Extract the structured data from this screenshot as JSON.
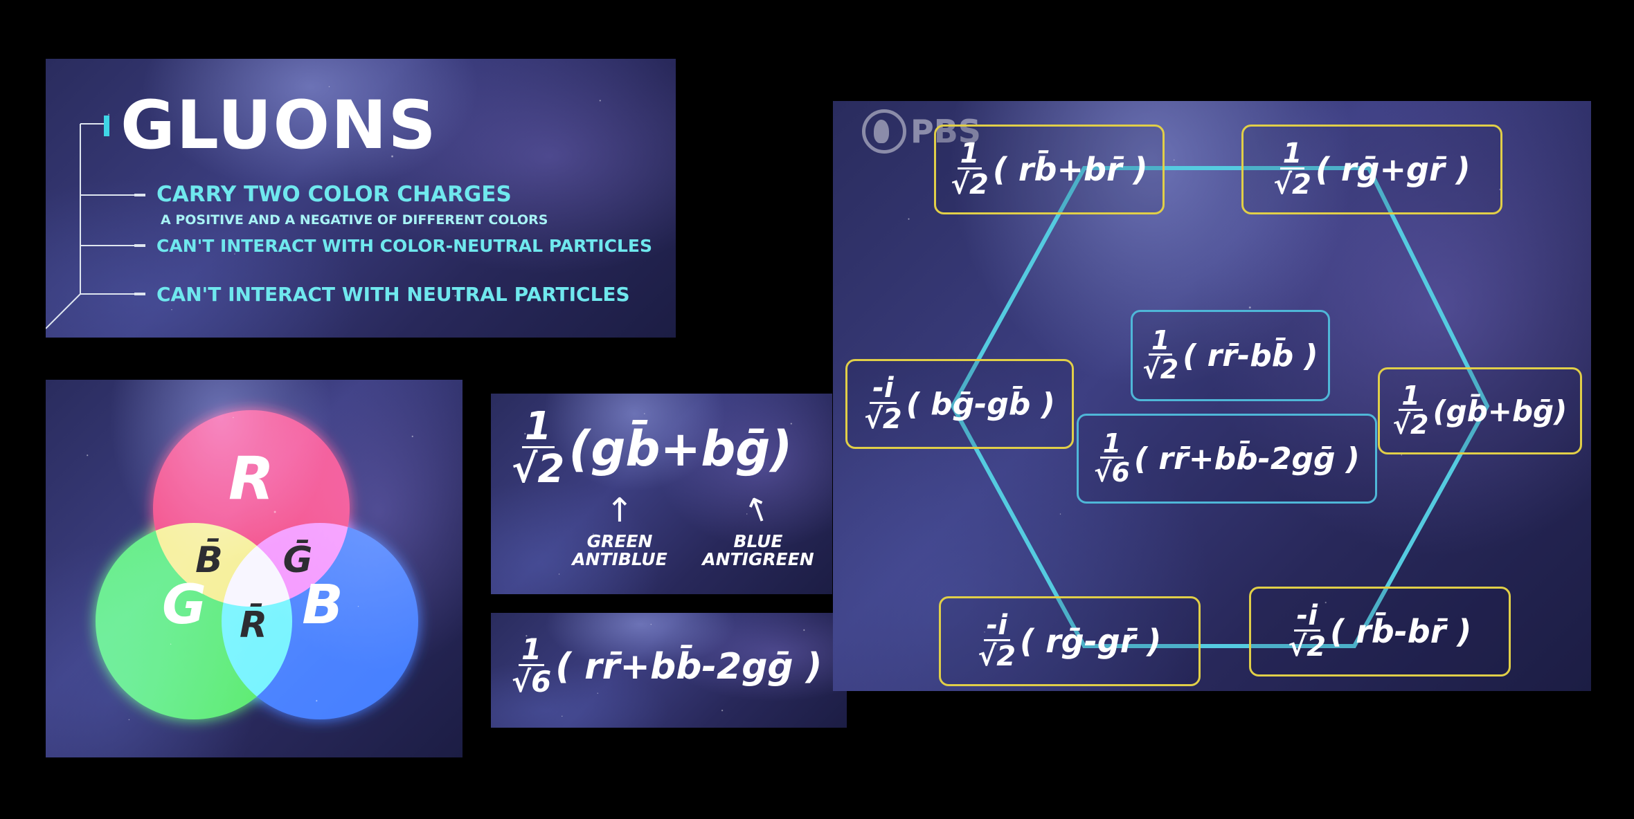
{
  "gluons": {
    "title": "GLUONS",
    "items": [
      "CARRY TWO COLOR CHARGES",
      "CAN'T INTERACT WITH COLOR-NEUTRAL PARTICLES",
      "CAN'T INTERACT WITH NEUTRAL PARTICLES"
    ],
    "item_sub": "A POSITIVE AND A NEGATIVE OF DIFFERENT COLORS"
  },
  "venn": {
    "labels": {
      "red": "R",
      "green": "G",
      "blue": "B"
    },
    "overlaps": {
      "red_green": "B̄",
      "red_blue": "Ḡ",
      "green_blue": "R̄"
    },
    "colors": {
      "red": "#f0282a",
      "green": "#7cf23f",
      "blue": "#3d8bff",
      "yellow": "#fbf35a",
      "magenta": "#f07cf0",
      "cyan": "#8ef4f4"
    }
  },
  "formula_panel": {
    "num": "1",
    "den": "√2",
    "expr": "(gb̄+bḡ)",
    "annotation_left": {
      "line1": "GREEN",
      "line2": "ANTIBLUE"
    },
    "annotation_right": {
      "line1": "BLUE",
      "line2": "ANTIGREEN"
    },
    "arrow": "↑"
  },
  "formula_panel_2": {
    "num": "1",
    "den": "√6",
    "expr": "( rr̄+bb̄-2gḡ )"
  },
  "hexagon": {
    "logo": "PBS",
    "boxes": [
      {
        "id": "top-left",
        "num": "1",
        "den": "√2",
        "expr": "( rb̄+br̄ )"
      },
      {
        "id": "top-right",
        "num": "1",
        "den": "√2",
        "expr": "( rḡ+gr̄ )"
      },
      {
        "id": "mid-left",
        "num": "-i",
        "den": "√2",
        "expr": "( bḡ-gb̄ )"
      },
      {
        "id": "mid-right",
        "num": "1",
        "den": "√2",
        "expr": "(gb̄+bḡ)"
      },
      {
        "id": "bottom-left",
        "num": "-i",
        "den": "√2",
        "expr": "( rḡ-gr̄ )"
      },
      {
        "id": "bottom-right",
        "num": "-i",
        "den": "√2",
        "expr": "( rb̄-br̄ )"
      },
      {
        "id": "center-top",
        "num": "1",
        "den": "√2",
        "expr": "( rr̄-bb̄ )"
      },
      {
        "id": "center-bottom",
        "num": "1",
        "den": "√6",
        "expr": "( rr̄+bb̄-2gḡ )"
      }
    ],
    "colors": {
      "outer_box": "#e1cf48",
      "inner_box": "#4fb7d8",
      "edge": "#55cbe0"
    }
  }
}
